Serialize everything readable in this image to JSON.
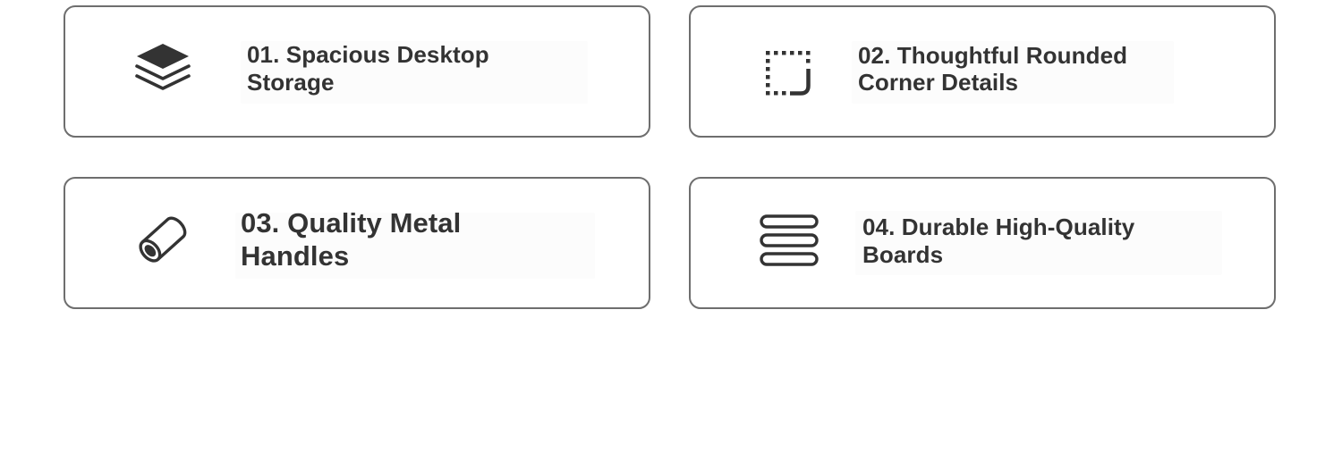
{
  "features": [
    {
      "icon": "layers-icon",
      "line1": "01. Spacious Desktop",
      "line2": "Storage"
    },
    {
      "icon": "rounded-corner-icon",
      "line1": "02. Thoughtful Rounded",
      "line2": "Corner Details"
    },
    {
      "icon": "metal-tube-icon",
      "line1": "03. Quality Metal",
      "line2": "Handles"
    },
    {
      "icon": "stacked-boards-icon",
      "line1": "04. Durable High-Quality",
      "line2": "Boards"
    }
  ],
  "colors": {
    "border": "#6e6e6e",
    "text": "#333333",
    "background": "#ffffff"
  }
}
